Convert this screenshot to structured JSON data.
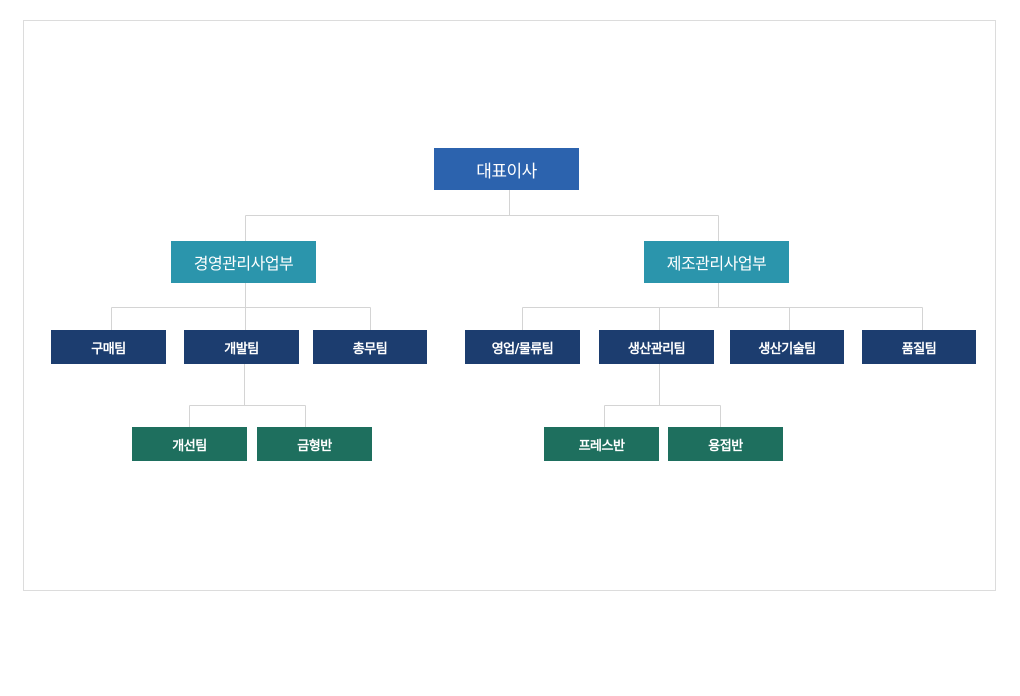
{
  "org": {
    "ceo": "대표이사",
    "divisions": [
      {
        "name": "경영관리사업부",
        "teams": [
          {
            "name": "구매팀"
          },
          {
            "name": "개발팀",
            "sub": [
              "개선팀",
              "금형반"
            ]
          },
          {
            "name": "총무팀"
          }
        ]
      },
      {
        "name": "제조관리사업부",
        "teams": [
          {
            "name": "영업/물류팀"
          },
          {
            "name": "생산관리팀",
            "sub": [
              "프레스반",
              "용접반"
            ]
          },
          {
            "name": "생산기술팀"
          },
          {
            "name": "품질팀"
          }
        ]
      }
    ]
  },
  "colors": {
    "ceo": "#2c63ae",
    "division": "#2b95ac",
    "team": "#1c3d6f",
    "subteam": "#1e6f5e",
    "connector": "#d4d4d4"
  }
}
